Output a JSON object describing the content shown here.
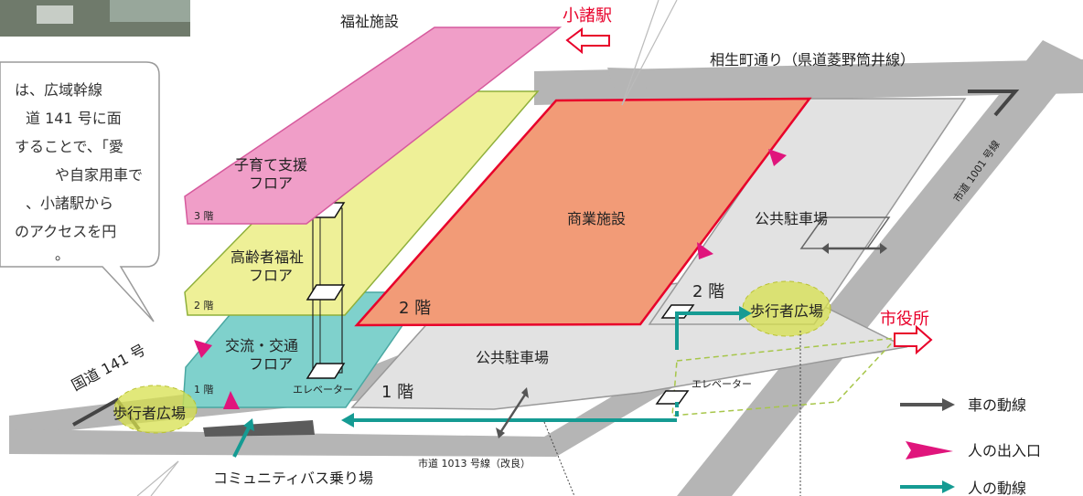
{
  "labels": {
    "welfare_facility": "福祉施設",
    "komoro_station": "小諸駅",
    "aioi_street": "相生町通り（県道菱野筒井線）",
    "city_road_1001": "市道 1001 号線",
    "childcare_floor_l1": "子育て支援",
    "childcare_floor_l2": "フロア",
    "floor3": "3 階",
    "commercial": "商業施設",
    "public_parking_upper": "公共駐車場",
    "elderly_floor_l1": "高齢者福祉",
    "elderly_floor_l2": "フロア",
    "floor2_small": "2 階",
    "floor2_commercial": "2 階",
    "floor2_parking": "2 階",
    "pedestrian_plaza_right": "歩行者広場",
    "city_hall": "市役所",
    "route141": "国道 141 号",
    "exchange_floor_l1": "交流・交通",
    "exchange_floor_l2": "フロア",
    "floor1": "1 階",
    "elevator_left": "エレベーター",
    "floor1_parking": "1 階",
    "public_parking_lower": "公共駐車場",
    "elevator_right": "エレベーター",
    "pedestrian_plaza_left": "歩行者広場",
    "community_bus": "コミュニティバス乗り場",
    "city_road_1013": "市道 1013 号線（改良）"
  },
  "callout": {
    "lines": [
      "は、広域幹線",
      "道 141 号に面",
      "することで、「愛",
      "や自家用車で",
      "、小諸駅から",
      "のアクセスを円",
      "。"
    ]
  },
  "legend": {
    "car_flow": "車の動線",
    "entrance": "人の出入口",
    "people_flow": "人の動線"
  },
  "colors": {
    "road": "#b5b5b5",
    "welfare_pink": "#f09ec8",
    "yellow": "#eef097",
    "teal": "#7fd1cc",
    "commercial": "#f29b77",
    "parking": "#e2e2e2",
    "entrance_magenta": "#e0157c",
    "people_teal": "#159b93",
    "red_text": "#e8002a"
  }
}
